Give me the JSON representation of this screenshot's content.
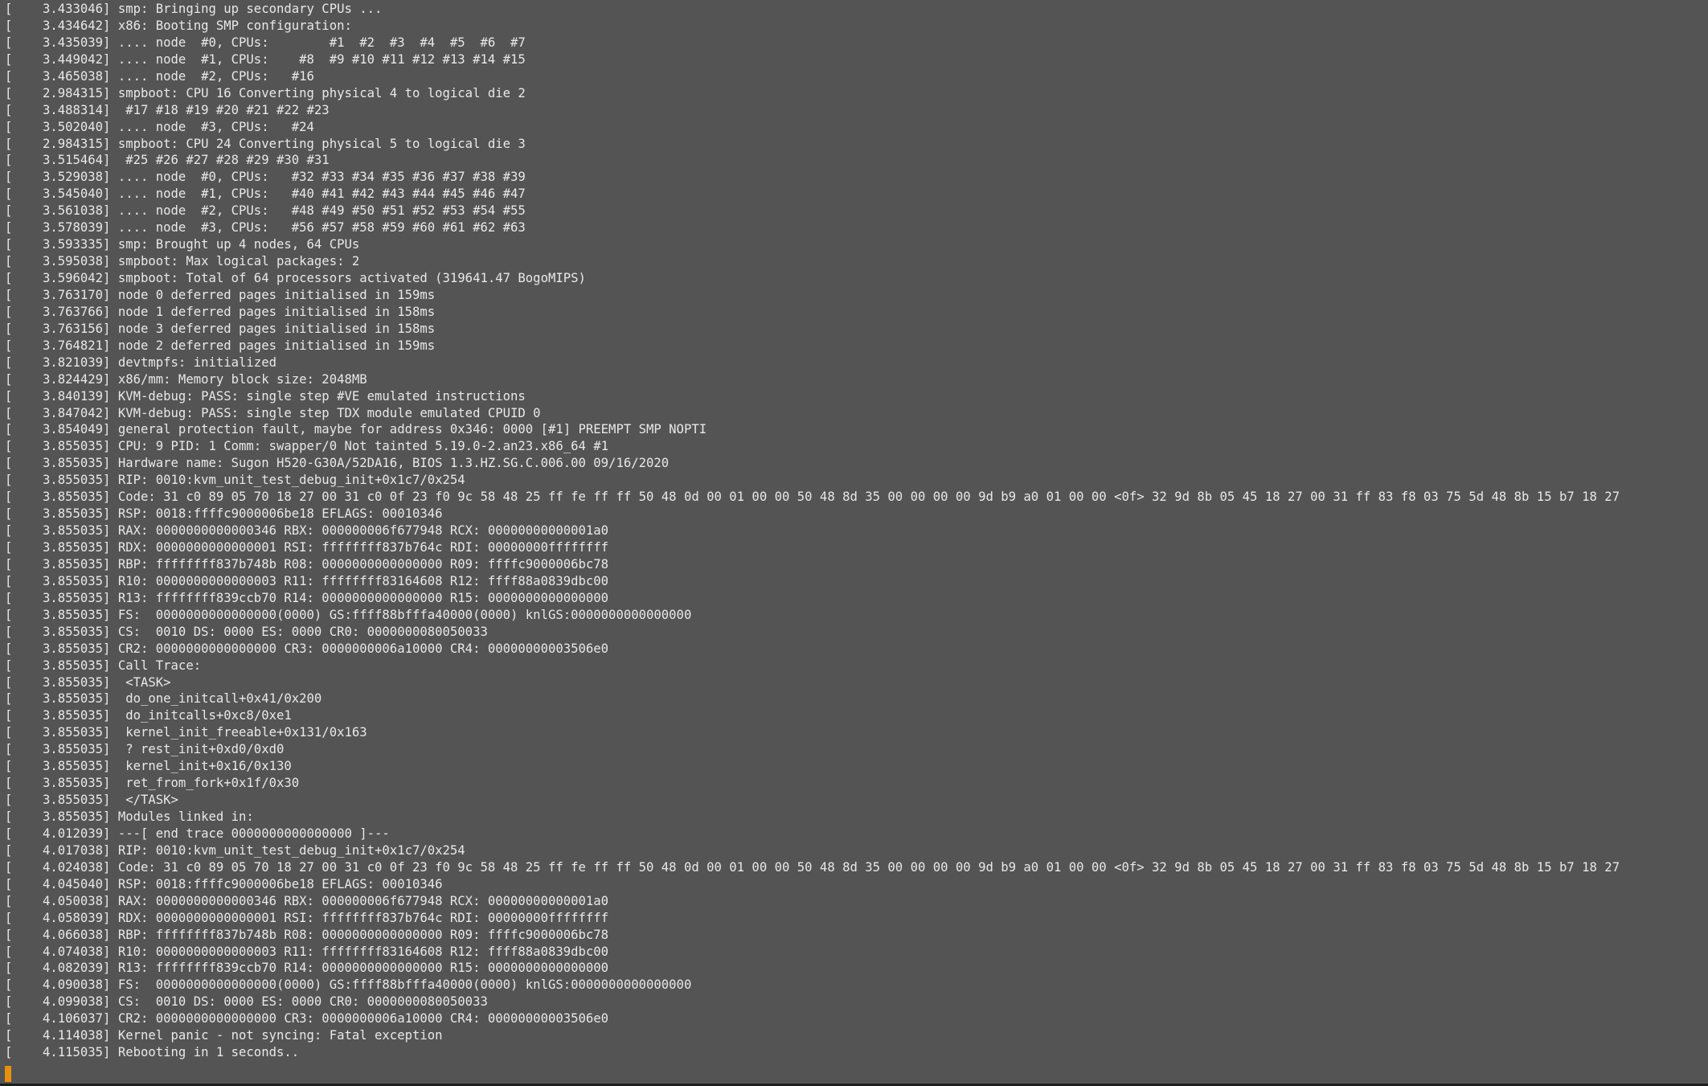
{
  "terminal": {
    "cursor_color": "#e8900c",
    "background": "#545454",
    "lines": [
      "[    3.433046] smp: Bringing up secondary CPUs ...",
      "[    3.434642] x86: Booting SMP configuration:",
      "[    3.435039] .... node  #0, CPUs:        #1  #2  #3  #4  #5  #6  #7",
      "[    3.449042] .... node  #1, CPUs:    #8  #9 #10 #11 #12 #13 #14 #15",
      "[    3.465038] .... node  #2, CPUs:   #16",
      "[    2.984315] smpboot: CPU 16 Converting physical 4 to logical die 2",
      "[    3.488314]  #17 #18 #19 #20 #21 #22 #23",
      "[    3.502040] .... node  #3, CPUs:   #24",
      "[    2.984315] smpboot: CPU 24 Converting physical 5 to logical die 3",
      "[    3.515464]  #25 #26 #27 #28 #29 #30 #31",
      "[    3.529038] .... node  #0, CPUs:   #32 #33 #34 #35 #36 #37 #38 #39",
      "[    3.545040] .... node  #1, CPUs:   #40 #41 #42 #43 #44 #45 #46 #47",
      "[    3.561038] .... node  #2, CPUs:   #48 #49 #50 #51 #52 #53 #54 #55",
      "[    3.578039] .... node  #3, CPUs:   #56 #57 #58 #59 #60 #61 #62 #63",
      "[    3.593335] smp: Brought up 4 nodes, 64 CPUs",
      "[    3.595038] smpboot: Max logical packages: 2",
      "[    3.596042] smpboot: Total of 64 processors activated (319641.47 BogoMIPS)",
      "[    3.763170] node 0 deferred pages initialised in 159ms",
      "[    3.763766] node 1 deferred pages initialised in 158ms",
      "[    3.763156] node 3 deferred pages initialised in 158ms",
      "[    3.764821] node 2 deferred pages initialised in 159ms",
      "[    3.821039] devtmpfs: initialized",
      "[    3.824429] x86/mm: Memory block size: 2048MB",
      "[    3.840139] KVM-debug: PASS: single step #VE emulated instructions",
      "[    3.847042] KVM-debug: PASS: single step TDX module emulated CPUID 0",
      "[    3.854049] general protection fault, maybe for address 0x346: 0000 [#1] PREEMPT SMP NOPTI",
      "[    3.855035] CPU: 9 PID: 1 Comm: swapper/0 Not tainted 5.19.0-2.an23.x86_64 #1",
      "[    3.855035] Hardware name: Sugon H520-G30A/52DA16, BIOS 1.3.HZ.SG.C.006.00 09/16/2020",
      "[    3.855035] RIP: 0010:kvm_unit_test_debug_init+0x1c7/0x254",
      "[    3.855035] Code: 31 c0 89 05 70 18 27 00 31 c0 0f 23 f0 9c 58 48 25 ff fe ff ff 50 48 0d 00 01 00 00 50 48 8d 35 00 00 00 00 9d b9 a0 01 00 00 <0f> 32 9d 8b 05 45 18 27 00 31 ff 83 f8 03 75 5d 48 8b 15 b7 18 27",
      "[    3.855035] RSP: 0018:ffffc9000006be18 EFLAGS: 00010346",
      "[    3.855035] RAX: 0000000000000346 RBX: 000000006f677948 RCX: 00000000000001a0",
      "[    3.855035] RDX: 0000000000000001 RSI: ffffffff837b764c RDI: 00000000ffffffff",
      "[    3.855035] RBP: ffffffff837b748b R08: 0000000000000000 R09: ffffc9000006bc78",
      "[    3.855035] R10: 0000000000000003 R11: ffffffff83164608 R12: ffff88a0839dbc00",
      "[    3.855035] R13: ffffffff839ccb70 R14: 0000000000000000 R15: 0000000000000000",
      "[    3.855035] FS:  0000000000000000(0000) GS:ffff88bfffa40000(0000) knlGS:0000000000000000",
      "[    3.855035] CS:  0010 DS: 0000 ES: 0000 CR0: 0000000080050033",
      "[    3.855035] CR2: 0000000000000000 CR3: 0000000006a10000 CR4: 00000000003506e0",
      "[    3.855035] Call Trace:",
      "[    3.855035]  <TASK>",
      "[    3.855035]  do_one_initcall+0x41/0x200",
      "[    3.855035]  do_initcalls+0xc8/0xe1",
      "[    3.855035]  kernel_init_freeable+0x131/0x163",
      "[    3.855035]  ? rest_init+0xd0/0xd0",
      "[    3.855035]  kernel_init+0x16/0x130",
      "[    3.855035]  ret_from_fork+0x1f/0x30",
      "[    3.855035]  </TASK>",
      "[    3.855035] Modules linked in:",
      "[    4.012039] ---[ end trace 0000000000000000 ]---",
      "[    4.017038] RIP: 0010:kvm_unit_test_debug_init+0x1c7/0x254",
      "[    4.024038] Code: 31 c0 89 05 70 18 27 00 31 c0 0f 23 f0 9c 58 48 25 ff fe ff ff 50 48 0d 00 01 00 00 50 48 8d 35 00 00 00 00 9d b9 a0 01 00 00 <0f> 32 9d 8b 05 45 18 27 00 31 ff 83 f8 03 75 5d 48 8b 15 b7 18 27",
      "[    4.045040] RSP: 0018:ffffc9000006be18 EFLAGS: 00010346",
      "[    4.050038] RAX: 0000000000000346 RBX: 000000006f677948 RCX: 00000000000001a0",
      "[    4.058039] RDX: 0000000000000001 RSI: ffffffff837b764c RDI: 00000000ffffffff",
      "[    4.066038] RBP: ffffffff837b748b R08: 0000000000000000 R09: ffffc9000006bc78",
      "[    4.074038] R10: 0000000000000003 R11: ffffffff83164608 R12: ffff88a0839dbc00",
      "[    4.082039] R13: ffffffff839ccb70 R14: 0000000000000000 R15: 0000000000000000",
      "[    4.090038] FS:  0000000000000000(0000) GS:ffff88bfffa40000(0000) knlGS:0000000000000000",
      "[    4.099038] CS:  0010 DS: 0000 ES: 0000 CR0: 0000000080050033",
      "[    4.106037] CR2: 0000000000000000 CR3: 0000000006a10000 CR4: 00000000003506e0",
      "[    4.114038] Kernel panic - not syncing: Fatal exception",
      "[    4.115035] Rebooting in 1 seconds.."
    ]
  }
}
